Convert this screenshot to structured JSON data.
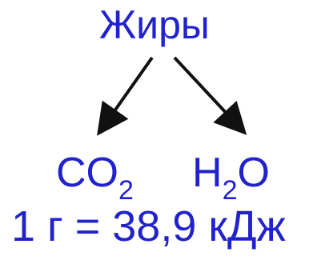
{
  "diagram": {
    "title": "Жиры",
    "products": [
      {
        "main": "CO",
        "sub": "2",
        "tail": ""
      },
      {
        "main": "H",
        "sub": "2",
        "tail": "O"
      }
    ],
    "energy_statement": "1 г = 38,9 кДж"
  },
  "colors": {
    "text": "#2222cc",
    "arrow": "#111111",
    "background": "#ffffff"
  }
}
